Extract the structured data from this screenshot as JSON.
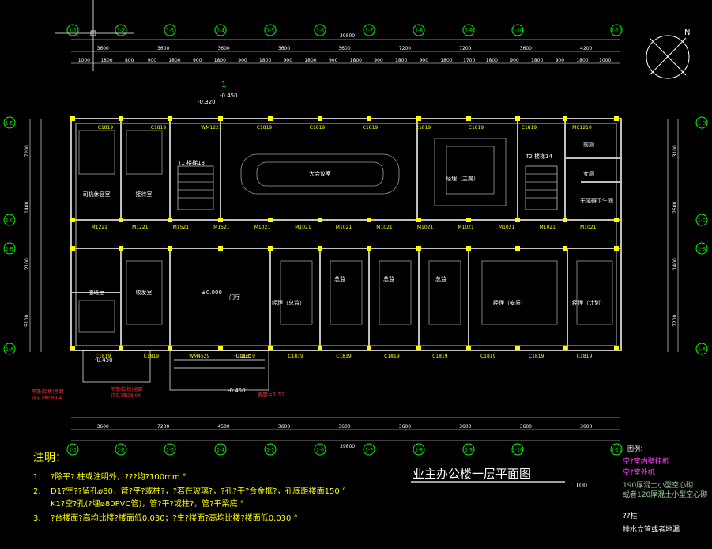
{
  "drawing": {
    "title": "业主办公楼一层平面图",
    "scale": "1:100",
    "north_label": "N",
    "overall_dim_top": "39800",
    "overall_dim_bottom": "39800"
  },
  "axes": {
    "top": [
      "1-1",
      "1-2",
      "1-3",
      "1-4",
      "1-5",
      "1-6",
      "1-7",
      "1-8",
      "1-9",
      "1-10",
      "1-11"
    ],
    "bottom": [
      "1-1",
      "1-2",
      "1-3",
      "1-4",
      "1-5",
      "1-6",
      "1-7",
      "1-8",
      "1-9",
      "1-10",
      "1-11"
    ],
    "left": [
      "1-D",
      "1-C",
      "1-B",
      "1-A"
    ],
    "right": [
      "1-D",
      "1-C",
      "1-B",
      "1-A"
    ]
  },
  "dims": {
    "top_bays": [
      "3600",
      "3600",
      "3600",
      "3600",
      "3600",
      "7200",
      "7200",
      "3600",
      "4200"
    ],
    "top_detail": [
      "1000",
      "1800",
      "800",
      "900",
      "1800",
      "900",
      "1800",
      "900",
      "1800",
      "900",
      "1800",
      "900",
      "1800",
      "900",
      "1800",
      "900",
      "1800",
      "1700",
      "1800",
      "900",
      "1800",
      "900",
      "1800",
      "1000"
    ],
    "bottom_bays": [
      "3600",
      "7200",
      "4500",
      "3600",
      "3600",
      "3600",
      "3600",
      "3600",
      "3600"
    ],
    "left": [
      "7200",
      "1400",
      "2100",
      "5100"
    ],
    "right": [
      "3100",
      "2600",
      "1400",
      "7200"
    ]
  },
  "rooms": [
    {
      "name": "司机休息室"
    },
    {
      "name": "接待室"
    },
    {
      "name": "T1 楼梯13"
    },
    {
      "name": "大会议室"
    },
    {
      "name": "经理（主席）"
    },
    {
      "name": "T2 楼梯14"
    },
    {
      "name": "前厕"
    },
    {
      "name": "女厕"
    },
    {
      "name": "无障碍卫生间"
    },
    {
      "name": "值班室"
    },
    {
      "name": "收发室"
    },
    {
      "name": "门厅"
    },
    {
      "name": "经理（总监）"
    },
    {
      "name": "总监"
    },
    {
      "name": "总监"
    },
    {
      "name": "总监"
    },
    {
      "name": "经理（安质）"
    },
    {
      "name": "经理（计划）"
    }
  ],
  "doors": {
    "top": [
      "C1819",
      "C1819",
      "WM1221",
      "C1819",
      "C1819",
      "C1819",
      "C1819",
      "C1819",
      "C1819",
      "MC1210"
    ],
    "middle": [
      "M1221",
      "M1221",
      "M1521",
      "M1521",
      "M1021",
      "M1021",
      "M1021",
      "M1021",
      "M1021",
      "M1021",
      "M1021",
      "M1021",
      "M1021"
    ],
    "bottom": [
      "C1819",
      "C1819",
      "WM4529",
      "C1819",
      "C1819",
      "C1819",
      "C1819",
      "C1819",
      "C1819",
      "C1819",
      "C1819"
    ]
  },
  "levels": {
    "entrance": "-0.320",
    "stair": "-0.450",
    "floor": "±0.000",
    "hall": "-0.015",
    "outside_left": "-0.450",
    "outside_right": "-0.450",
    "ramp": "坡度=1:12"
  },
  "notes": {
    "heading": "注明：",
    "items": [
      {
        "num": "1.",
        "text": "?除平?.柱或注明外，???均?100mm °"
      },
      {
        "num": "2.",
        "text": "D1?空??留孔ø80，管?平?或柱?，?若在玻璃?，?孔?平?合金框?，孔底距楼面150 °"
      },
      {
        "num": "",
        "text": "K1?空?孔(?埋ø80PVC管)，管?平?或柱?，管?平梁底 °"
      },
      {
        "num": "3.",
        "text": "?台楼面?高均比楼?楼面低0.030；?生?楼面?高均比楼?楼面低0.030 °"
      }
    ]
  },
  "legend": {
    "heading": "图例：",
    "items": [
      {
        "text": "空?室内壁挂机",
        "color": "#ff40ff"
      },
      {
        "text": "空?室外机",
        "color": "#ff40ff"
      },
      {
        "text": "190厚混土小型空心砌",
        "color": "#9acd9a"
      },
      {
        "text": "或者120厚混土小型空心砌",
        "color": "#9acd9a"
      },
      {
        "text": "??柱",
        "color": "#ffffff"
      },
      {
        "text": "排水立管或者地漏",
        "color": "#ffffff"
      }
    ]
  },
  "markers": {
    "section_1": "1",
    "outside_note_1": "雨篷(铝板)屋面",
    "outside_note_2": "详见?图08J04",
    "outside_note_3": "雨篷(铝板)屋面",
    "outside_note_4": "详见?图08J04"
  }
}
